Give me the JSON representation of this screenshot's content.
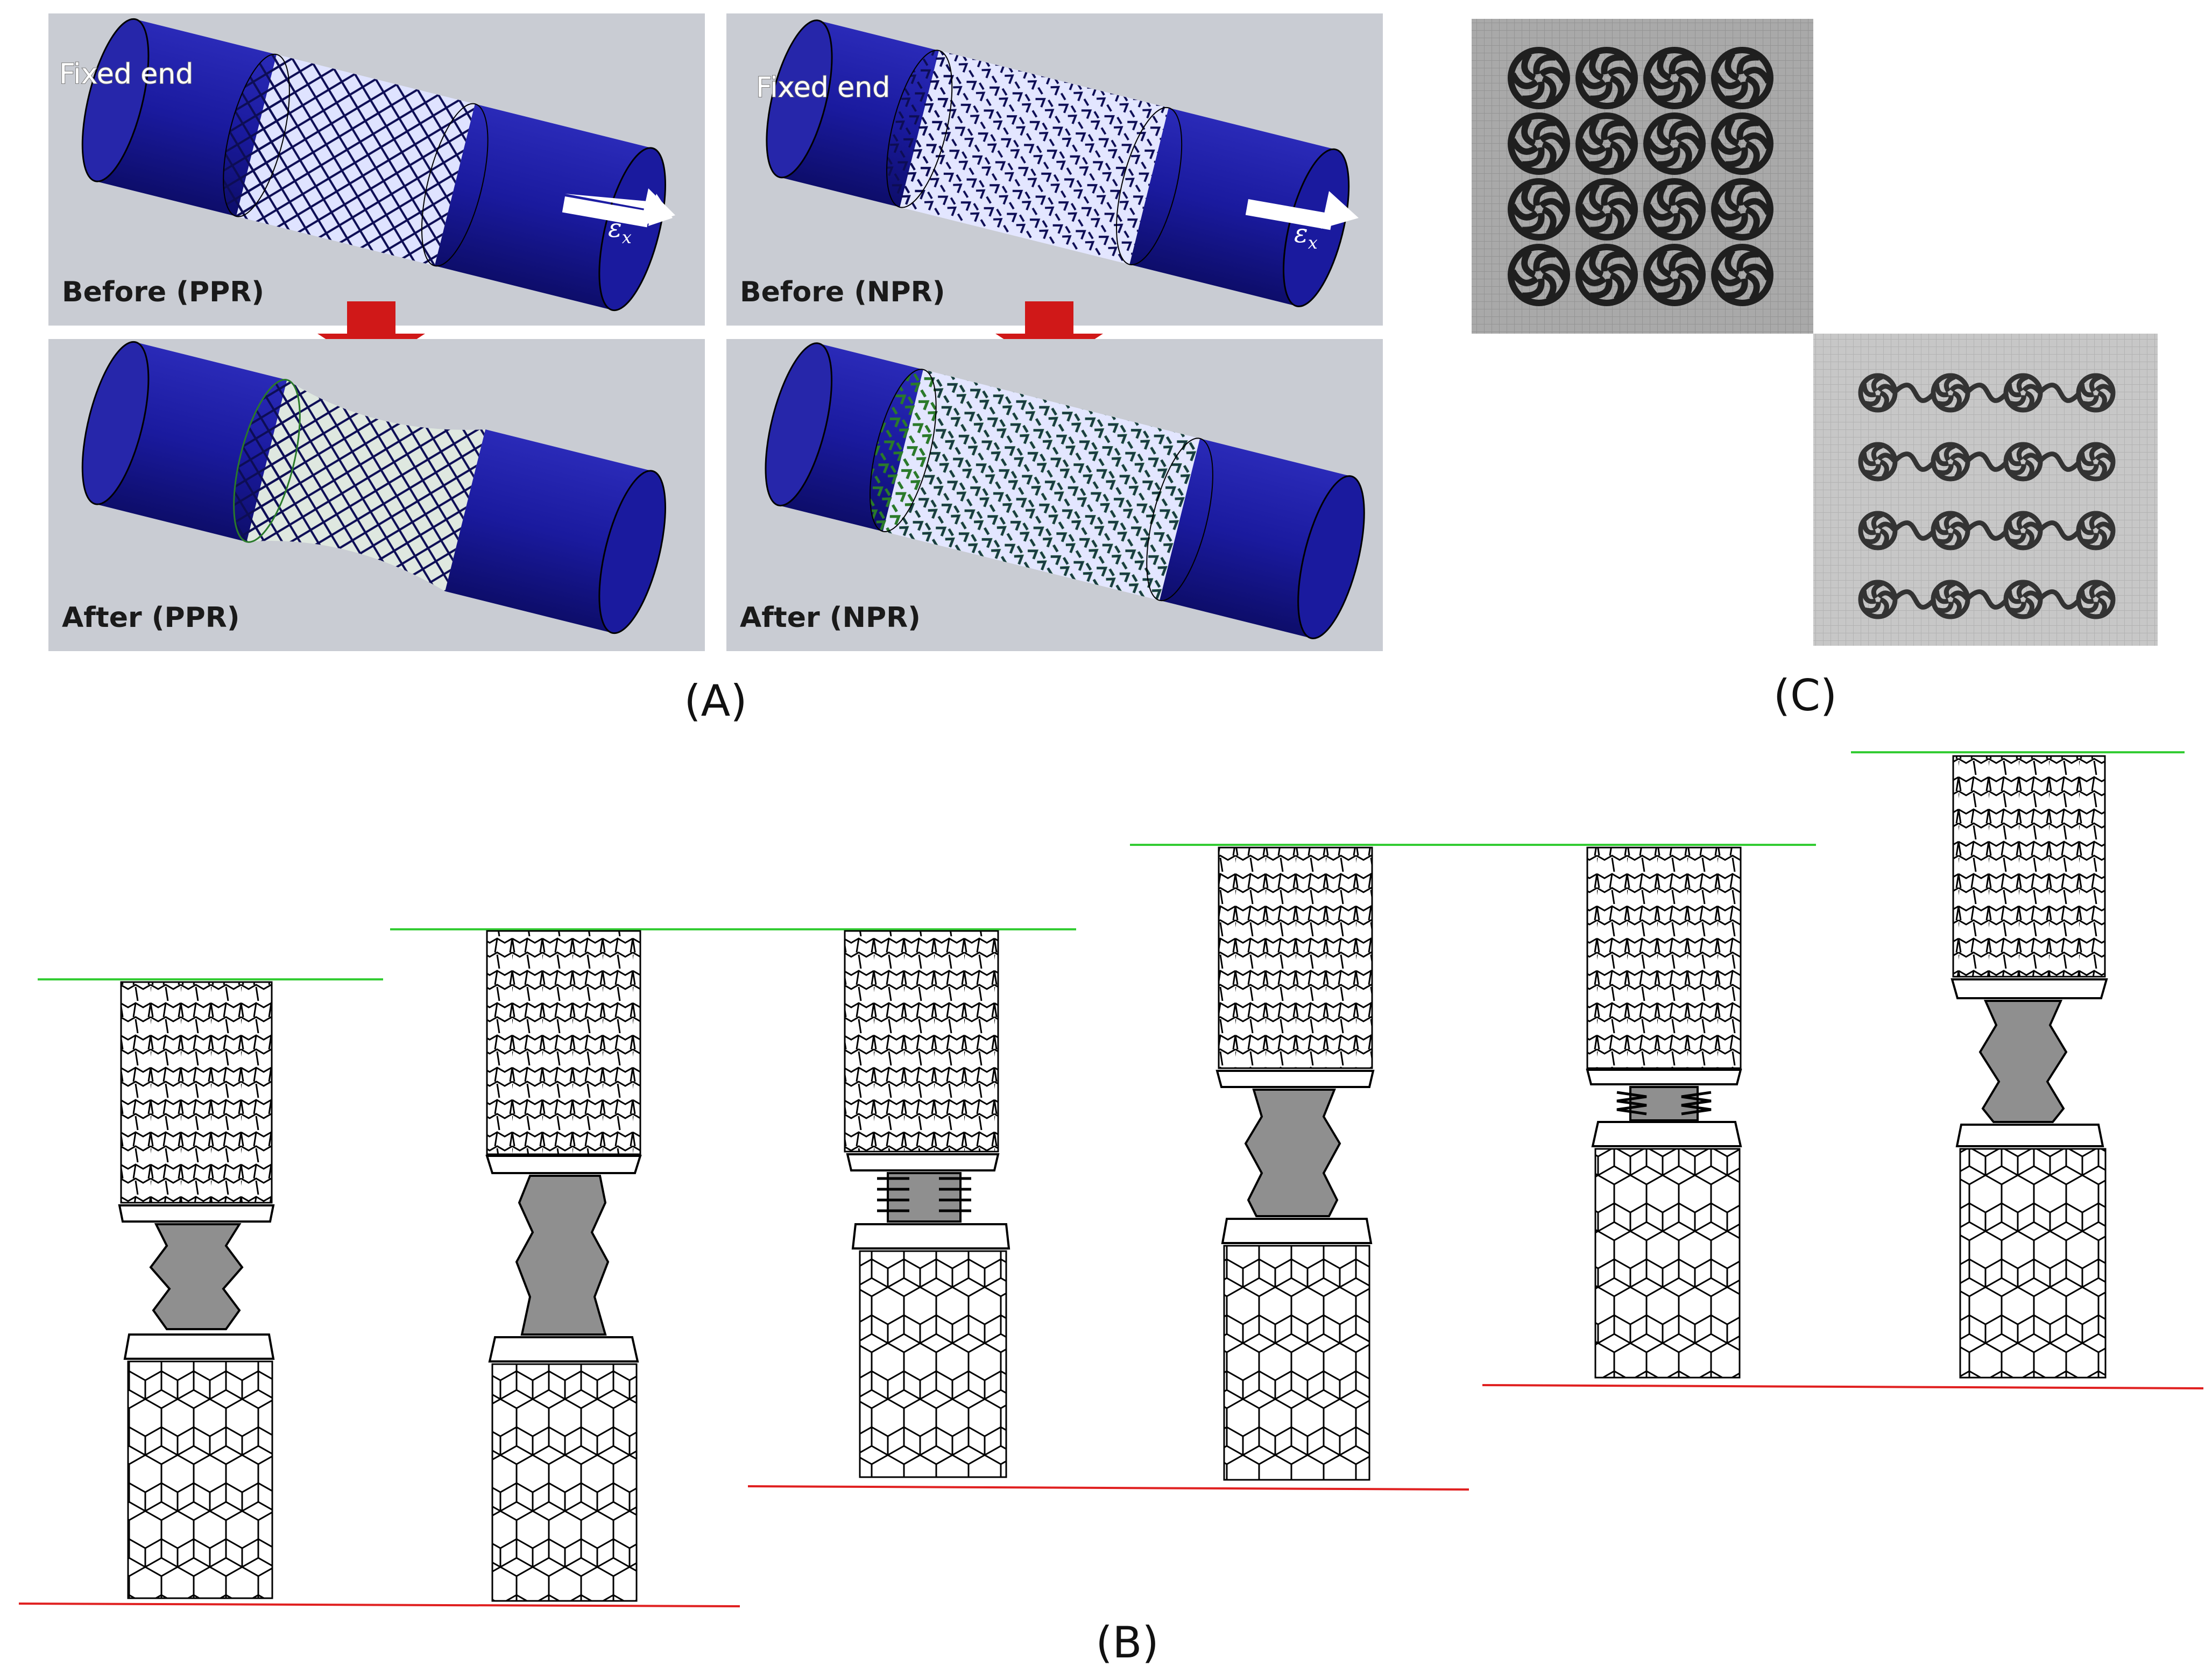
{
  "figure": {
    "captions": {
      "a": "(A)",
      "b": "(B)",
      "c": "(C)"
    },
    "panel_a": {
      "fixed_end_label": "Fixed end",
      "strain_symbol": "ε",
      "strain_subscript": "x",
      "panes": {
        "before_ppr": "Before (PPR)",
        "before_npr": "Before (NPR)",
        "after_ppr": "After (PPR)",
        "after_npr": "After (NPR)"
      }
    },
    "panel_b": {
      "stages": [
        {
          "id": "1",
          "core": "hourglass-zigzag"
        },
        {
          "id": "2",
          "core": "tall-zigzag"
        },
        {
          "id": "3",
          "core": "short-spring"
        },
        {
          "id": "4",
          "core": "hourglass-zigzag"
        },
        {
          "id": "5",
          "core": "compressed-spring"
        },
        {
          "id": "6",
          "core": "hourglass-zigzag"
        }
      ]
    },
    "panel_c": {
      "photos": [
        "compact-spiral-array",
        "expanded-spiral-array"
      ],
      "grid_rows": 4,
      "grid_cols": 4
    },
    "colors": {
      "tube_blue": "#1a1a9e",
      "pane_bg": "#c9ccd3",
      "arrow_red": "#d01818",
      "top_line_green": "#33cc33",
      "bottom_line_red": "#e02020",
      "core_gray": "#8f8f8f"
    }
  }
}
